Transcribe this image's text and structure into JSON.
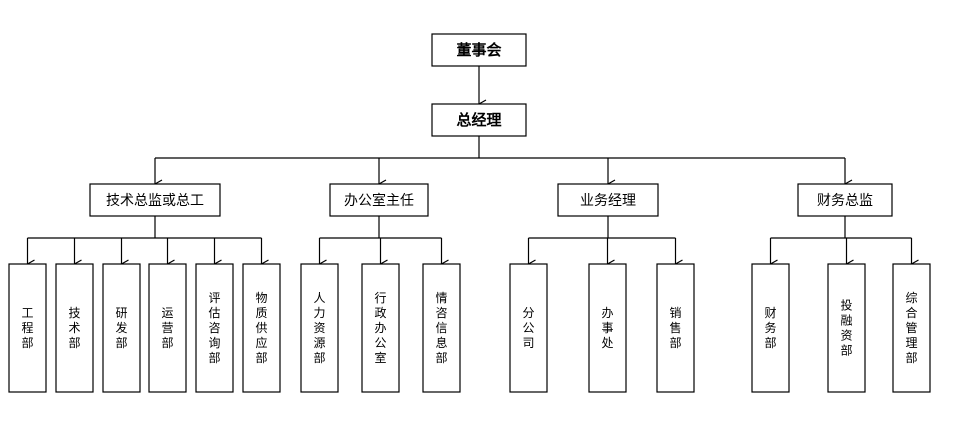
{
  "nodes": {
    "board": "董事会",
    "gm": "总经理",
    "managers": [
      {
        "label": "技术总监或总工",
        "departments": [
          "工程部",
          "技术部",
          "研发部",
          "运营部",
          "评估咨询部",
          "物质供应部"
        ]
      },
      {
        "label": "办公室主任",
        "departments": [
          "人力资源部",
          "行政办公室",
          "情咨信息部"
        ]
      },
      {
        "label": "业务经理",
        "departments": [
          "分公司",
          "办事处",
          "销售部"
        ]
      },
      {
        "label": "财务总监",
        "departments": [
          "财务部",
          "投融资部",
          "综合管理部"
        ]
      }
    ]
  }
}
